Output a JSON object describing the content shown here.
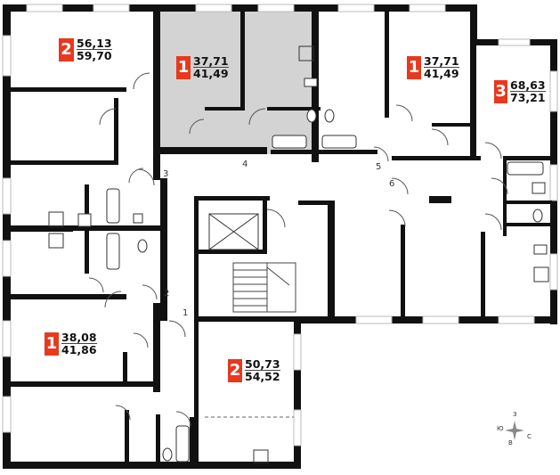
{
  "theme": {
    "wall": "#111111",
    "badge": "#e8381d",
    "window": "#d8d8d8",
    "selected_fill": "#d3d3d3"
  },
  "units": [
    {
      "rooms": "2",
      "total": "56,13",
      "living": "59,70"
    },
    {
      "rooms": "1",
      "total": "37,71",
      "living": "41,49",
      "selected": true
    },
    {
      "rooms": "1",
      "total": "37,71",
      "living": "41,49"
    },
    {
      "rooms": "3",
      "total": "68,63",
      "living": "73,21"
    },
    {
      "rooms": "1",
      "total": "38,08",
      "living": "41,86"
    },
    {
      "rooms": "2",
      "total": "50,73",
      "living": "54,52"
    }
  ],
  "door_numbers": [
    "1",
    "2",
    "3",
    "4",
    "5",
    "6"
  ],
  "compass": {
    "north": "З",
    "west": "Ю",
    "east": "С",
    "south": "В"
  }
}
